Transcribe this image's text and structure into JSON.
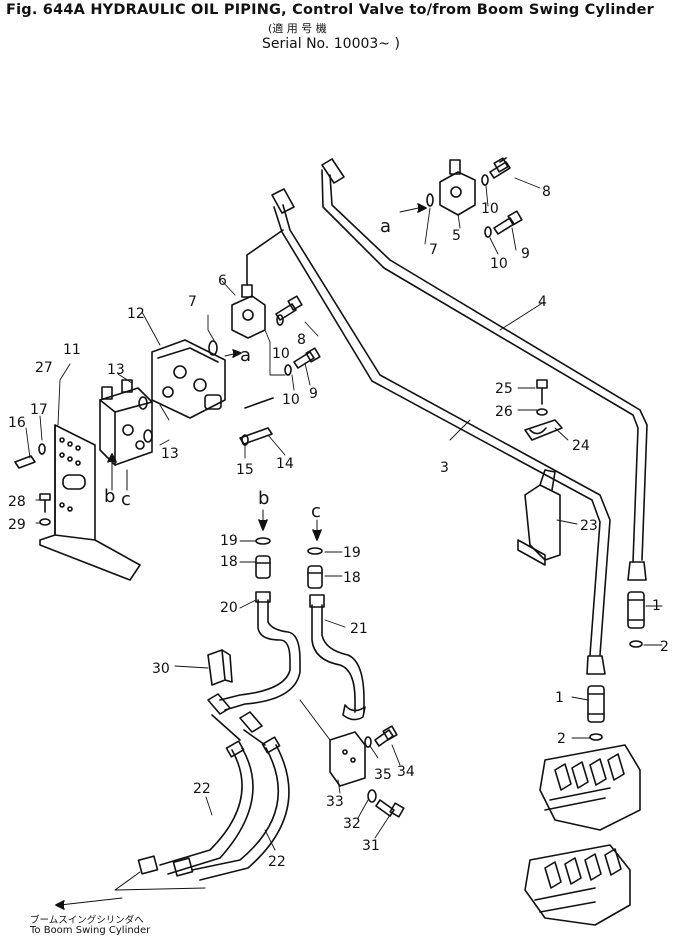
{
  "header": {
    "title": "Fig. 644A   HYDRAULIC OIL PIPING, Control Valve to∕from Boom Swing Cylinder",
    "serial_jp": "(適 用 号 機",
    "serial": "Serial No. 10003~ )"
  },
  "callouts": [
    "1",
    "1",
    "2",
    "2",
    "3",
    "4",
    "5",
    "6",
    "7",
    "7",
    "8",
    "8",
    "9",
    "9",
    "10",
    "10",
    "10",
    "10",
    "11",
    "12",
    "13",
    "13",
    "14",
    "15",
    "16",
    "17",
    "18",
    "18",
    "19",
    "19",
    "20",
    "21",
    "22",
    "22",
    "23",
    "24",
    "25",
    "26",
    "27",
    "28",
    "29",
    "30",
    "31",
    "32",
    "33",
    "34",
    "35"
  ],
  "letters": [
    "a",
    "a",
    "b",
    "b",
    "c",
    "c"
  ],
  "footer": {
    "jp": "ブームスイングシリンダへ",
    "en": "To Boom Swing Cylinder"
  }
}
